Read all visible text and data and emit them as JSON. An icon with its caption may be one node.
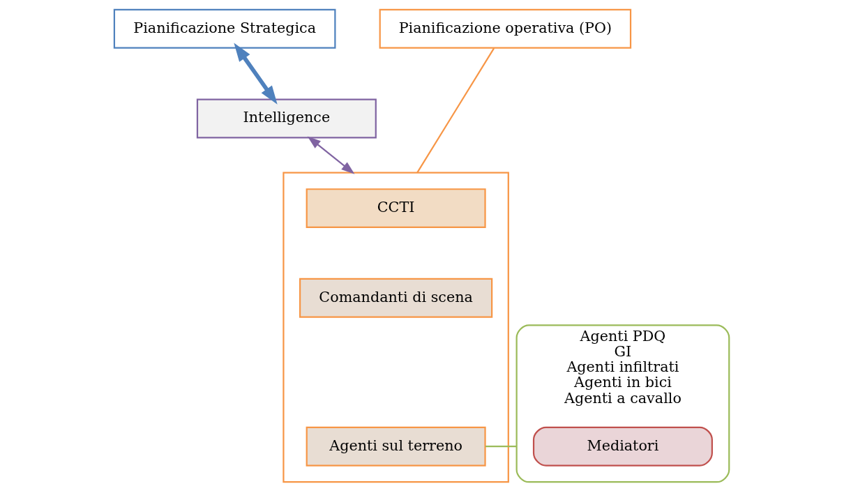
{
  "diagram": {
    "nodes": [
      {
        "text": [
          "Pianificazione Strategica"
        ]
      },
      {
        "text": [
          "Pianificazione operativa (PO)"
        ]
      },
      {
        "text": [
          "Intelligence"
        ]
      },
      {
        "text": [],
        "shape": "box"
      },
      {
        "text": [
          "CCTI"
        ],
        "in": 3
      },
      {
        "text": [
          "Comandanti di scena"
        ],
        "in": 3
      },
      {
        "text": [
          "Agenti sul terreno"
        ],
        "in": 3
      },
      {
        "text": [
          "Agenti PDQ",
          "GI",
          "Agenti infiltrati",
          "Agenti in bici",
          "Agenti a cavallo"
        ]
      },
      {
        "text": [
          "Mediatori"
        ],
        "in": 7
      }
    ],
    "edges": [
      {
        "from": 0,
        "to": 2,
        "arrow": "both",
        "style": "thick",
        "color": "#4f81bd"
      },
      {
        "from": 1,
        "to": 3,
        "arrow": "none",
        "color": "#f79646"
      },
      {
        "from": 2,
        "to": 3,
        "arrow": "both",
        "color": "#8064a2"
      },
      {
        "from": 6,
        "to": 7,
        "arrow": "none",
        "color": "#9bbb59"
      }
    ]
  }
}
